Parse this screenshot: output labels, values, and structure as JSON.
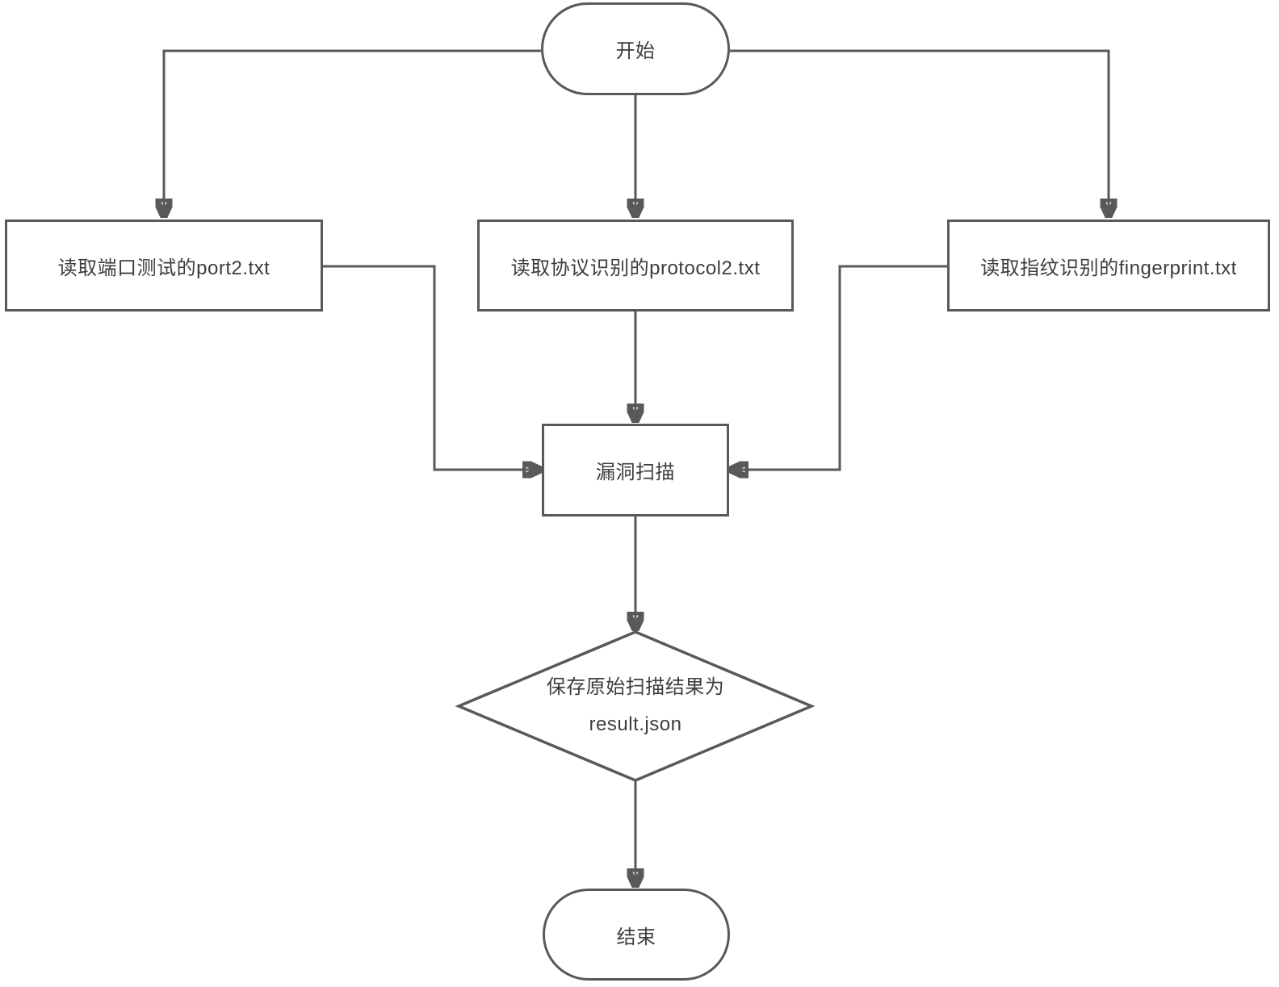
{
  "diagram": {
    "type": "flowchart",
    "theme": {
      "line_color": "#595959",
      "border_color": "#595959",
      "text_color": "#3d3d3d",
      "background_color": "#ffffff"
    },
    "nodes": {
      "start": {
        "type": "terminator",
        "label": "开始"
      },
      "read_port": {
        "type": "process",
        "label": "读取端口测试的port2.txt"
      },
      "read_protocol": {
        "type": "process",
        "label": "读取协议识别的protocol2.txt"
      },
      "read_fingerprint": {
        "type": "process",
        "label": "读取指纹识别的fingerprint.txt"
      },
      "scan": {
        "type": "process",
        "label": "漏洞扫描"
      },
      "save_result": {
        "type": "decision",
        "label_line1": "保存原始扫描结果为",
        "label_line2": "result.json"
      },
      "end": {
        "type": "terminator",
        "label": "结束"
      }
    },
    "edges": [
      {
        "from": "start",
        "to": "read_port"
      },
      {
        "from": "start",
        "to": "read_protocol"
      },
      {
        "from": "start",
        "to": "read_fingerprint"
      },
      {
        "from": "read_port",
        "to": "scan"
      },
      {
        "from": "read_protocol",
        "to": "scan"
      },
      {
        "from": "read_fingerprint",
        "to": "scan"
      },
      {
        "from": "scan",
        "to": "save_result"
      },
      {
        "from": "save_result",
        "to": "end"
      }
    ]
  }
}
